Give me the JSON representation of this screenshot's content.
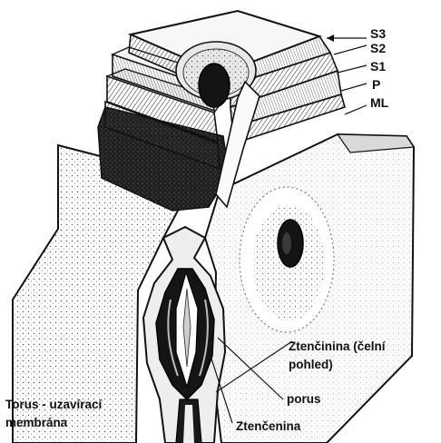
{
  "layer_labels": {
    "s3": "S3",
    "s2": "S2",
    "s1": "S1",
    "p": "P",
    "ml": "ML"
  },
  "callouts": {
    "ztencinina_line1": "Ztenčinina (čelní",
    "ztencinina_line2": "pohled)",
    "porus": "porus",
    "torus_line1": "Torus - uzavírací",
    "torus_line2": "membrána",
    "ztencenina": "Ztenčenina"
  },
  "colors": {
    "ink": "#111111",
    "paper": "#ffffff",
    "shade": "#2a2a2a"
  }
}
